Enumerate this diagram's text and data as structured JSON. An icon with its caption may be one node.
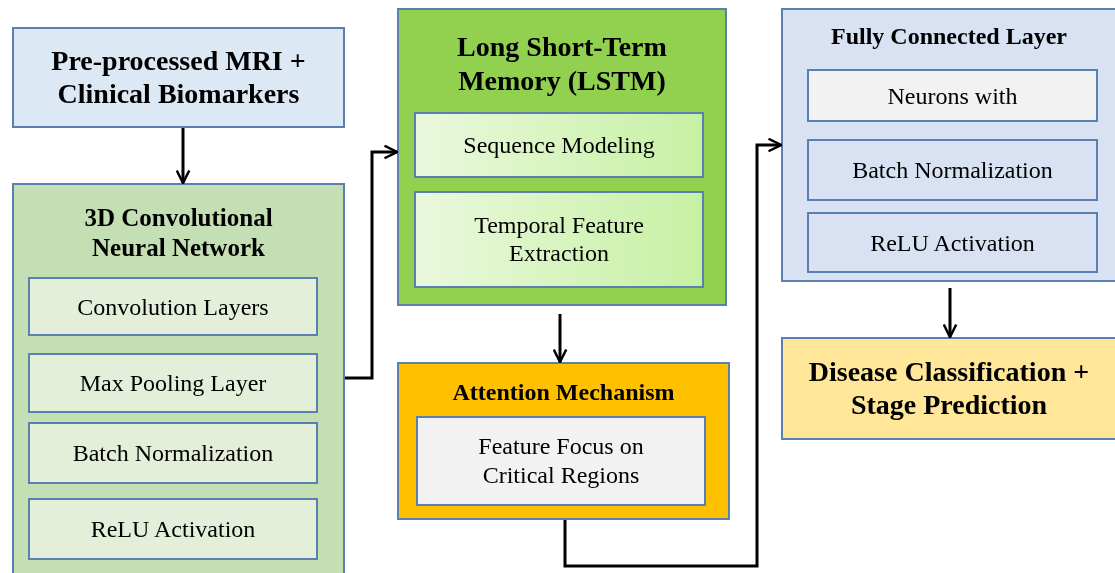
{
  "diagram": {
    "nodes": [
      {
        "text": [
          "Pre-processed MRI + Clinical Biomarkers"
        ]
      },
      {
        "text": [
          "3D Convolutional Neural Network"
        ]
      },
      {
        "text": [
          "Convolution Layers"
        ],
        "in": 1
      },
      {
        "text": [
          "Max Pooling Layer"
        ],
        "in": 1
      },
      {
        "text": [
          "Batch Normalization"
        ],
        "in": 1
      },
      {
        "text": [
          "ReLU Activation"
        ],
        "in": 1
      },
      {
        "text": [
          "Long Short-Term Memory (LSTM)"
        ]
      },
      {
        "text": [
          "Sequence Modeling"
        ],
        "in": 6
      },
      {
        "text": [
          "Temporal Feature Extraction"
        ],
        "in": 6
      },
      {
        "text": [
          "Attention Mechanism"
        ]
      },
      {
        "text": [
          "Feature Focus on Critical Regions"
        ],
        "in": 9
      },
      {
        "text": [
          "Fully Connected Layer"
        ]
      },
      {
        "text": [
          "Neurons with"
        ],
        "in": 11
      },
      {
        "text": [
          "Batch Normalization"
        ],
        "in": 11
      },
      {
        "text": [
          "ReLU Activation"
        ],
        "in": 11
      },
      {
        "text": [
          "Disease Classification + Stage Prediction"
        ]
      }
    ],
    "edges": [
      {
        "from": 0,
        "to": 1,
        "arrow": "to"
      },
      {
        "from": 1,
        "to": 6,
        "arrow": "to"
      },
      {
        "from": 6,
        "to": 9,
        "arrow": "to"
      },
      {
        "from": 9,
        "to": 11,
        "arrow": "to"
      },
      {
        "from": 11,
        "to": 15,
        "arrow": "to"
      }
    ]
  }
}
